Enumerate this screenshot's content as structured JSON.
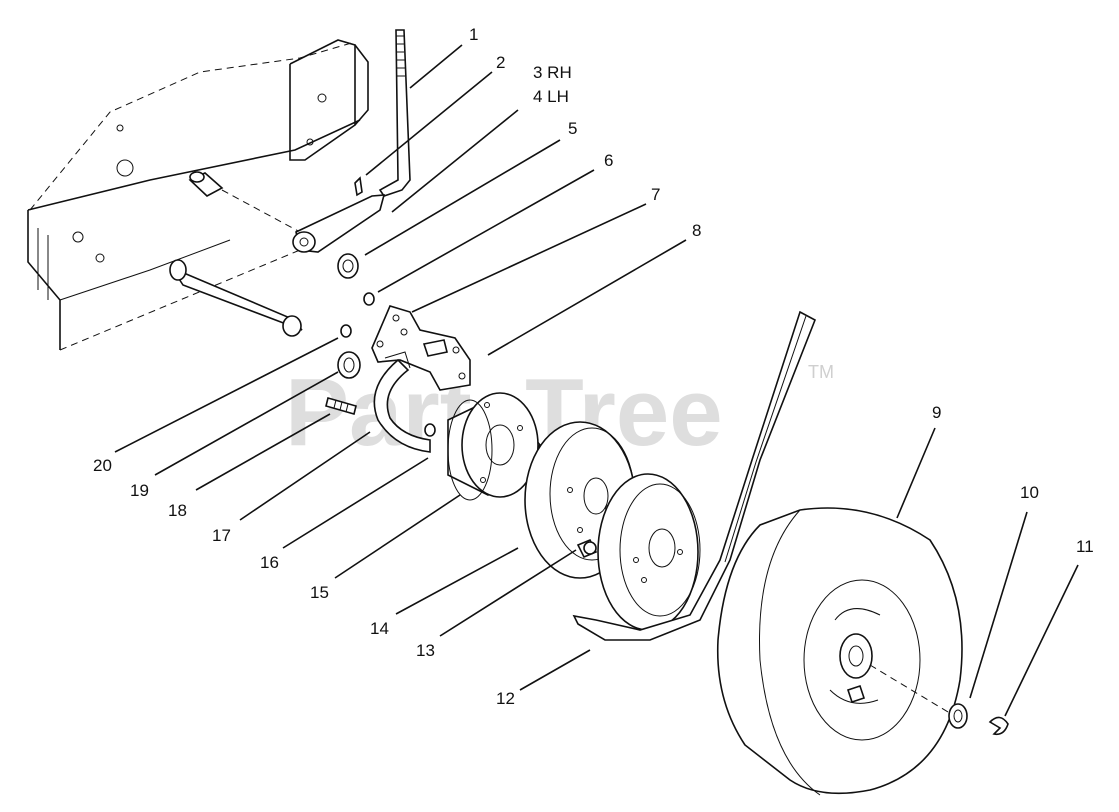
{
  "watermark": {
    "text": "PartsTree",
    "trademark": "TM"
  },
  "callouts": [
    {
      "label": "1"
    },
    {
      "label": "2"
    },
    {
      "label": "3 RH"
    },
    {
      "label": "4 LH"
    },
    {
      "label": "5"
    },
    {
      "label": "6"
    },
    {
      "label": "7"
    },
    {
      "label": "8"
    },
    {
      "label": "9"
    },
    {
      "label": "10"
    },
    {
      "label": "11"
    },
    {
      "label": "12"
    },
    {
      "label": "13"
    },
    {
      "label": "14"
    },
    {
      "label": "15"
    },
    {
      "label": "16"
    },
    {
      "label": "17"
    },
    {
      "label": "18"
    },
    {
      "label": "19"
    },
    {
      "label": "20"
    }
  ]
}
